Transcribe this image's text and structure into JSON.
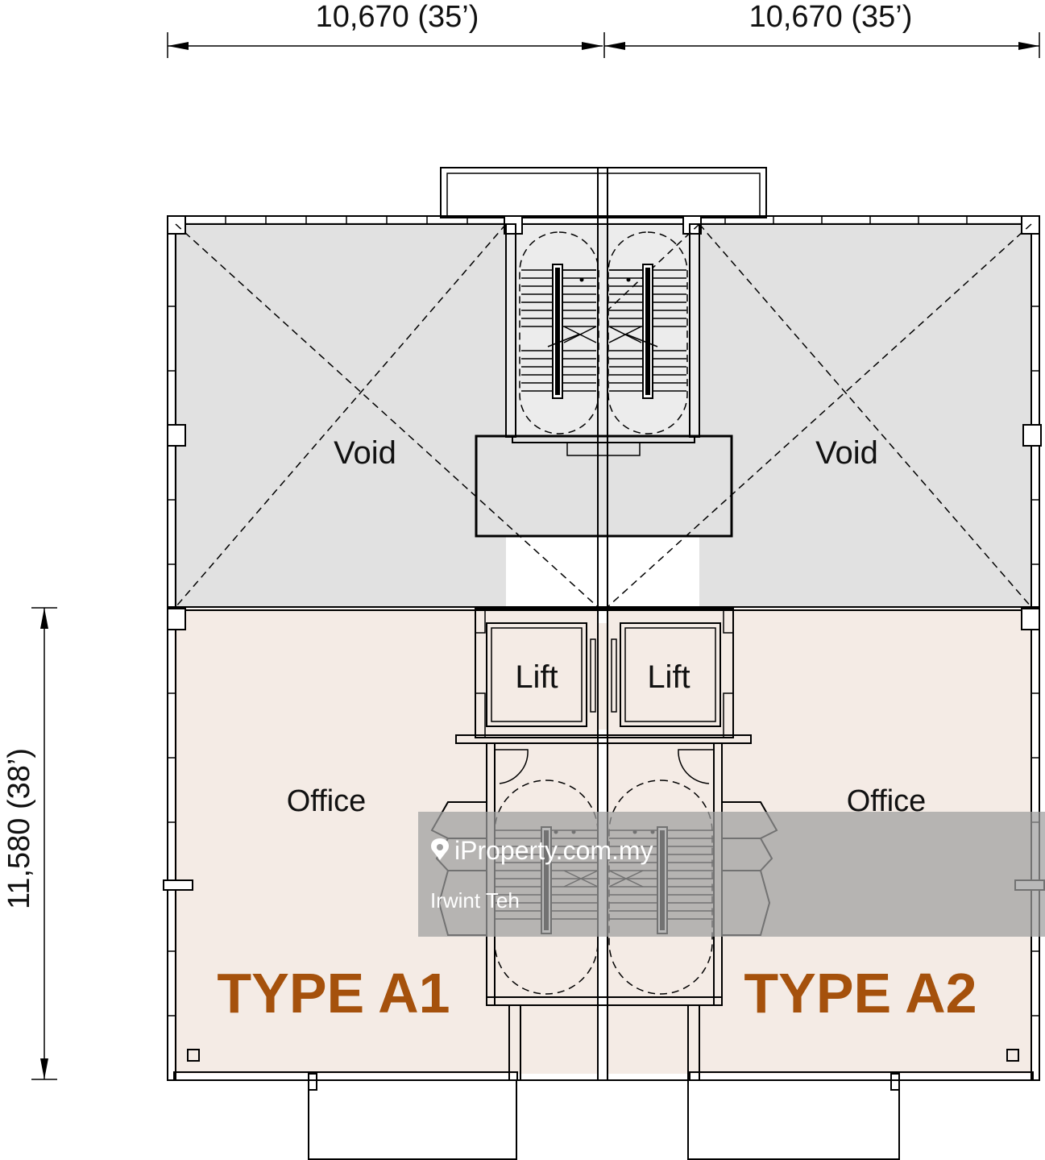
{
  "dimensions": {
    "top_left": "10,670 (35’)",
    "top_right": "10,670 (35’)",
    "left_vertical": "11,580 (38’)"
  },
  "rooms": {
    "void_left": "Void",
    "void_right": "Void",
    "lift_left": "Lift",
    "lift_right": "Lift",
    "office_left": "Office",
    "office_right": "Office"
  },
  "unit_types": {
    "left": "TYPE A1",
    "right": "TYPE A2"
  },
  "watermark": {
    "brand": "iProperty.com.my",
    "agent": "Irwint Teh"
  },
  "colors": {
    "void_fill": "#e1e1e1",
    "office_fill": "#f4ebe5",
    "type_label": "#a5510c",
    "watermark_band": "#9e9e9e"
  }
}
